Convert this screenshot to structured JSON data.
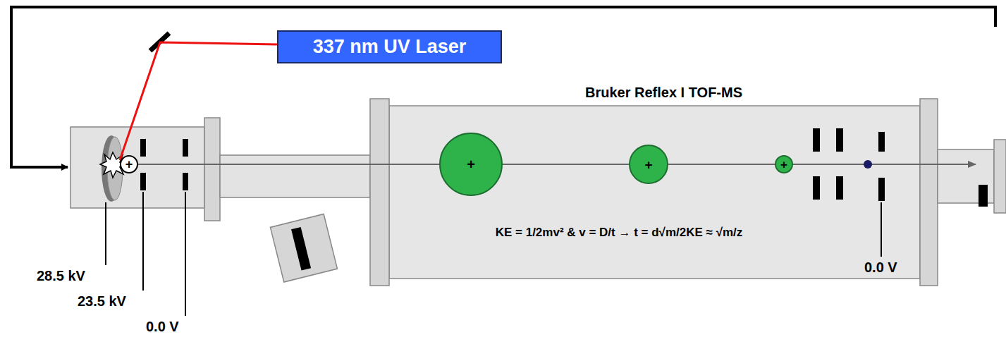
{
  "diagram": {
    "nodes": [
      {
        "text": [
          "337 nm UV Laser"
        ]
      },
      {
        "text": [
          "+"
        ]
      },
      {
        "text": [
          "+"
        ]
      },
      {
        "text": [
          "+"
        ]
      },
      {
        "text": [
          "+"
        ]
      }
    ],
    "labels": [
      "Bruker Reflex I TOF-MS",
      "KE = 1/2mv² & v = D/t → t = d√m/2KE ≈ √m/z",
      "28.5 kV",
      "23.5 kV",
      "0.0 V",
      "0.0 V"
    ]
  }
}
